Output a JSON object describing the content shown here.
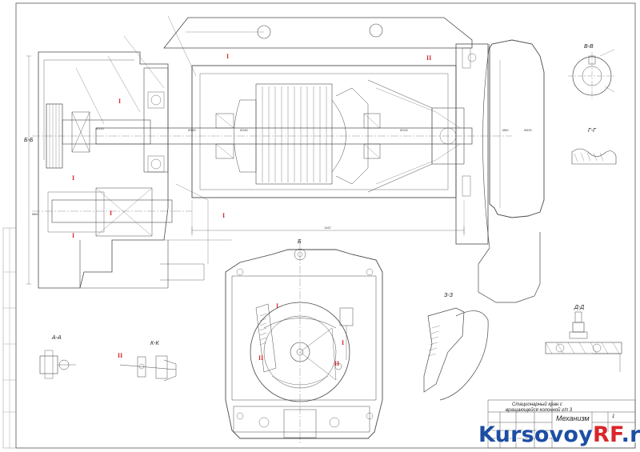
{
  "sections": {
    "a_a": "А-А",
    "b_b": "Б-Б",
    "v_v": "В-В",
    "g_g": "Г-Г",
    "d_d": "Д-Д",
    "z_z": "З-З",
    "k_k": "К-К",
    "view_b": "Б"
  },
  "callouts": [
    "I",
    "I",
    "II",
    "I",
    "I",
    "I",
    "I",
    "II",
    "I",
    "II",
    "I",
    "II"
  ],
  "dimensions": {
    "overall_length": "1467",
    "d_1": "Ø180",
    "d_2": "Ø160",
    "d_3": "Ø120",
    "d_4": "Ø400",
    "d_5": "Ø100",
    "d_6": "Ø80",
    "d_7": "Ø60"
  },
  "title_block": {
    "line1": "Стационарный кран с",
    "line2": "вращающейся колонной г/п 3",
    "line3": "Механизм",
    "sheet": "1"
  },
  "watermark": {
    "name": "Kursovoy",
    "suffix": "RF",
    "domain": ".ru"
  },
  "colors": {
    "line": "#4a4a4a",
    "accent": "#d8262c",
    "watermark": "#1d4ea3"
  }
}
